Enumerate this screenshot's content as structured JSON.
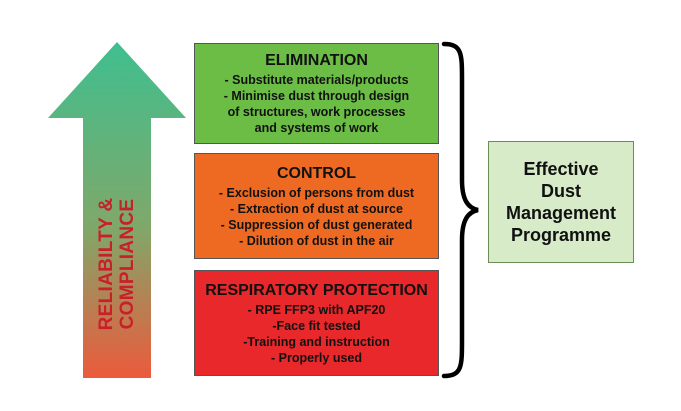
{
  "arrow": {
    "label_line1": "RELIABILTY &",
    "label_line2": "COMPLIANCE",
    "gradient_top": "#3fbf8f",
    "gradient_bottom": "#ec5a3c"
  },
  "boxes": [
    {
      "title": "ELIMINATION",
      "color": "#6bbd45",
      "items": [
        "- Substitute materials/products",
        "- Minimise dust through design",
        "of structures, work processes",
        "and systems of work"
      ]
    },
    {
      "title": "CONTROL",
      "color": "#ee6a22",
      "items": [
        "- Exclusion of persons from dust",
        "- Extraction of dust at source",
        "- Suppression of dust generated",
        "- Dilution of dust in the air"
      ]
    },
    {
      "title": "RESPIRATORY PROTECTION",
      "color": "#e8282b",
      "items": [
        "- RPE FFP3 with APF20",
        "-Face fit tested",
        "-Training and instruction",
        "- Properly used"
      ]
    }
  ],
  "result": {
    "line1": "Effective",
    "line2": "Dust",
    "line3": "Management",
    "line4": "Programme",
    "color": "#d7ebc9"
  }
}
